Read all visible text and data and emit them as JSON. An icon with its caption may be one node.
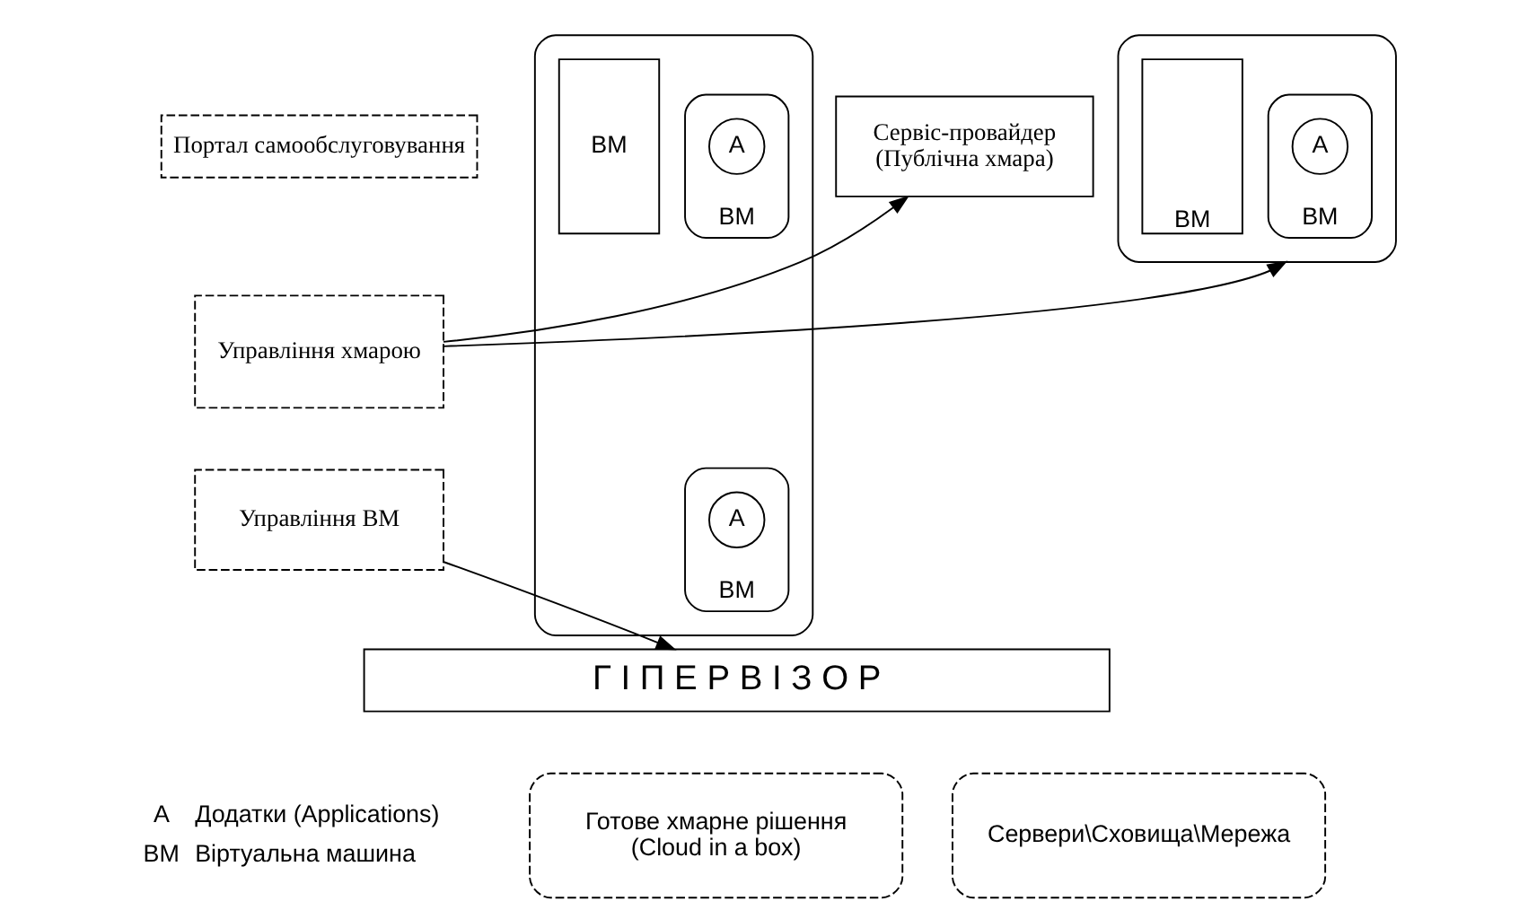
{
  "diagram": {
    "nodes": [
      {
        "text": [
          "Сервіс-провайдер",
          "(Публічна хмара)"
        ]
      },
      {
        "text": [
          "Портал самообслуговування"
        ]
      },
      {
        "text": [
          "Управління хмарою"
        ]
      },
      {
        "text": [],
        "shape": "box"
      },
      {
        "text": [
          "ВМ"
        ],
        "in": 3
      },
      {
        "text": [
          "A"
        ],
        "in": 4
      },
      {
        "text": [
          "ВМ"
        ],
        "in": 3
      },
      {
        "text": [
          "A"
        ],
        "in": 6
      },
      {
        "text": [
          "ВМ"
        ],
        "in": 3
      },
      {
        "text": [],
        "shape": "box"
      },
      {
        "text": [
          "ВМ"
        ],
        "in": 9
      },
      {
        "text": [
          "ВМ"
        ],
        "in": 9
      },
      {
        "text": [
          "A"
        ],
        "in": 11
      },
      {
        "text": [
          "Управління ВМ"
        ]
      },
      {
        "text": [
          "Г І П Е Р В І З О Р"
        ]
      },
      {
        "text": [
          "Сервери\\Сховища\\Мережа"
        ]
      },
      {
        "text": [
          "Готове хмарне рішення",
          "(Cloud in a box)"
        ]
      }
    ],
    "edges": [
      {
        "from": 2,
        "to": 0,
        "arrow": "to"
      },
      {
        "from": 2,
        "to": 9,
        "arrow": "to"
      },
      {
        "from": 13,
        "to": 14,
        "arrow": "to"
      }
    ],
    "labels": [
      "A",
      "ВМ"
    ],
    "legend": [
      {
        "text": "Додатки (Applications)"
      },
      {
        "text": "Віртуальна машина"
      }
    ]
  }
}
